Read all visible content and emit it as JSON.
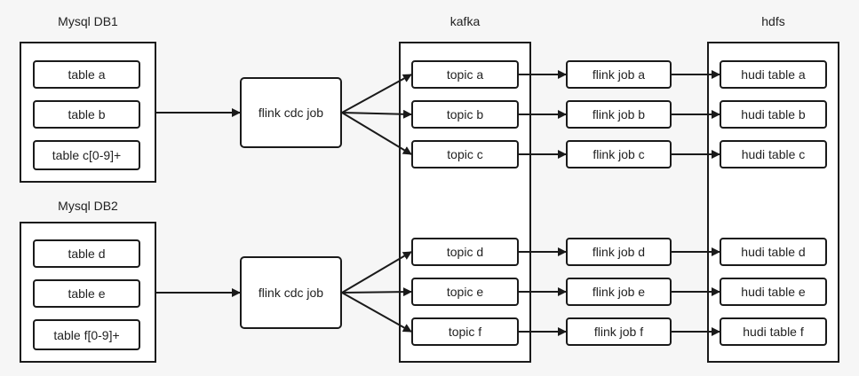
{
  "groups": {
    "db1": {
      "title": "Mysql DB1",
      "tables": [
        "table a",
        "table b",
        "table c[0-9]+"
      ]
    },
    "db2": {
      "title": "Mysql DB2",
      "tables": [
        "table d",
        "table e",
        "table f[0-9]+"
      ]
    },
    "kafka": {
      "title": "kafka",
      "topics": [
        "topic a",
        "topic b",
        "topic c",
        "topic d",
        "topic e",
        "topic f"
      ]
    },
    "hdfs": {
      "title": "hdfs",
      "tables": [
        "hudi table a",
        "hudi table b",
        "hudi table c",
        "hudi table d",
        "hudi table e",
        "hudi table f"
      ]
    }
  },
  "cdc_jobs": [
    "flink cdc job",
    "flink cdc job"
  ],
  "flink_jobs": [
    "flink job a",
    "flink job b",
    "flink job c",
    "flink job d",
    "flink job e",
    "flink job f"
  ],
  "colors": {
    "stroke": "#1a1a1a",
    "box_fill": "#ffffff",
    "background": "#f6f6f6"
  }
}
